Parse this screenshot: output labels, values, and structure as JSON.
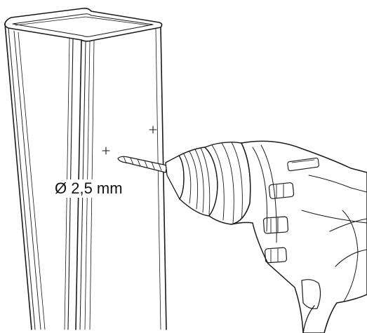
{
  "annotation": {
    "drill_diameter": "Ø 2,5 mm"
  },
  "colors": {
    "line": "#1a1a1a",
    "background": "#ffffff"
  },
  "icons": {
    "post": "aluminium-post-illustration",
    "drill": "cordless-drill-illustration",
    "marks": "drill-position-cross-marks"
  }
}
